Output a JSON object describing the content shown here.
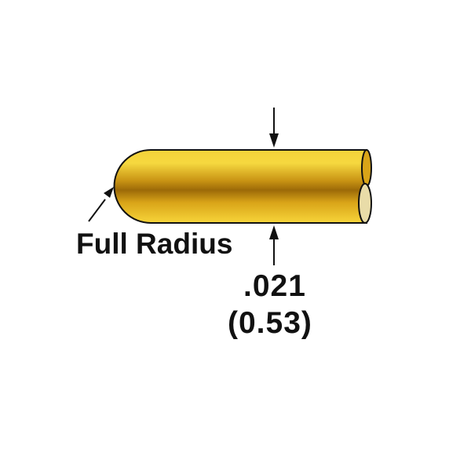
{
  "colors": {
    "gold_light": "#F7D53A",
    "gold_mid": "#D9A418",
    "gold_dark": "#9C6A08",
    "outline": "#111111",
    "end_face": "#E9DCA8"
  },
  "callout": {
    "text": "Full Radius"
  },
  "dimension": {
    "inch": ".021",
    "mm": "(0.53)"
  }
}
